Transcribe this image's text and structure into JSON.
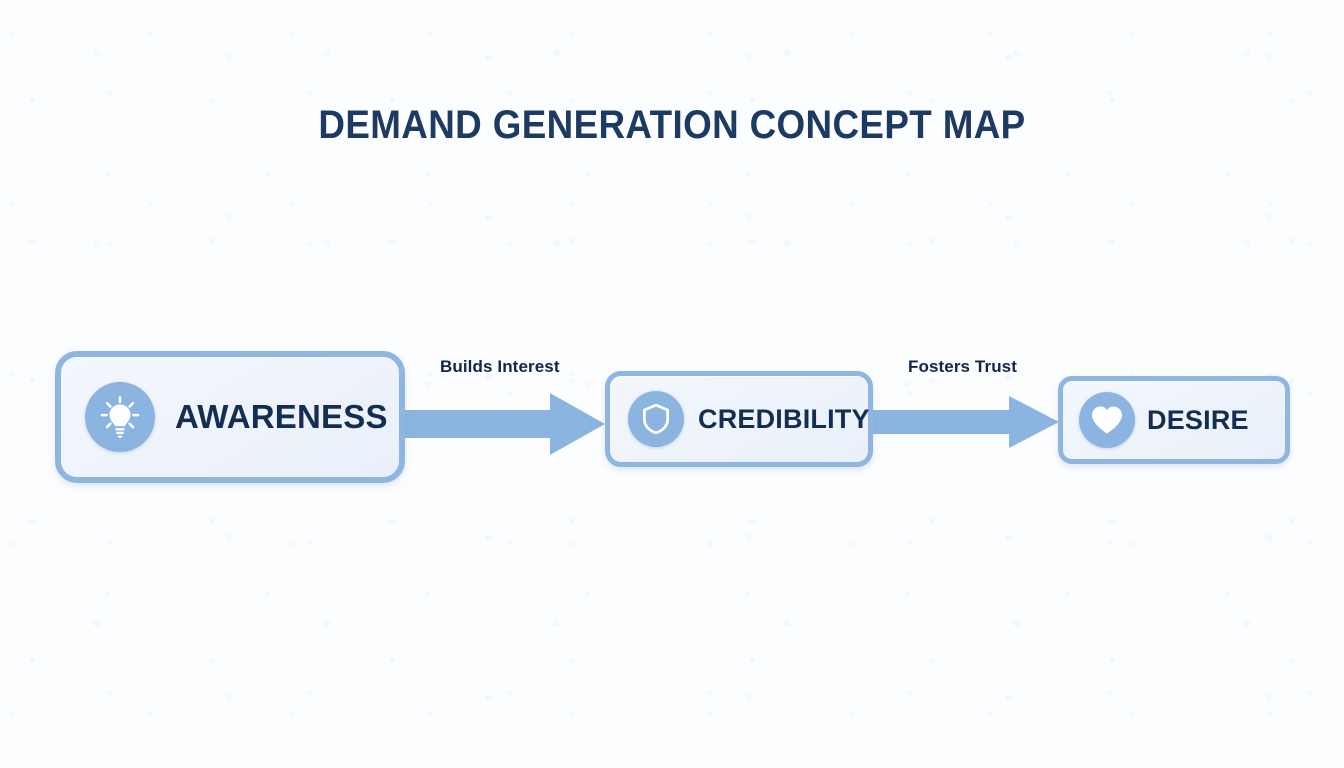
{
  "page": {
    "title": "DEMAND GENERATION CONCEPT MAP",
    "background_color": "#fcfdff",
    "title_color": "#1d3a63"
  },
  "theme": {
    "node_border": "#8fb6e0",
    "node_fill": "#eef3fb",
    "icon_circle": "#8cb4e0",
    "icon_glyph": "#ffffff",
    "arrow_color": "#8cb4e0",
    "label_color": "#132e51"
  },
  "diagram": {
    "type": "concept-map",
    "nodes": [
      {
        "id": "awareness",
        "label": "AWARENESS",
        "icon": "lightbulb-icon"
      },
      {
        "id": "credibility",
        "label": "CREDIBILITY",
        "icon": "shield-icon"
      },
      {
        "id": "desire",
        "label": "DESIRE",
        "icon": "heart-icon"
      }
    ],
    "edges": [
      {
        "id": "edge-1",
        "from": "awareness",
        "to": "credibility",
        "label": "Builds Interest"
      },
      {
        "id": "edge-2",
        "from": "credibility",
        "to": "desire",
        "label": "Fosters Trust"
      }
    ]
  }
}
